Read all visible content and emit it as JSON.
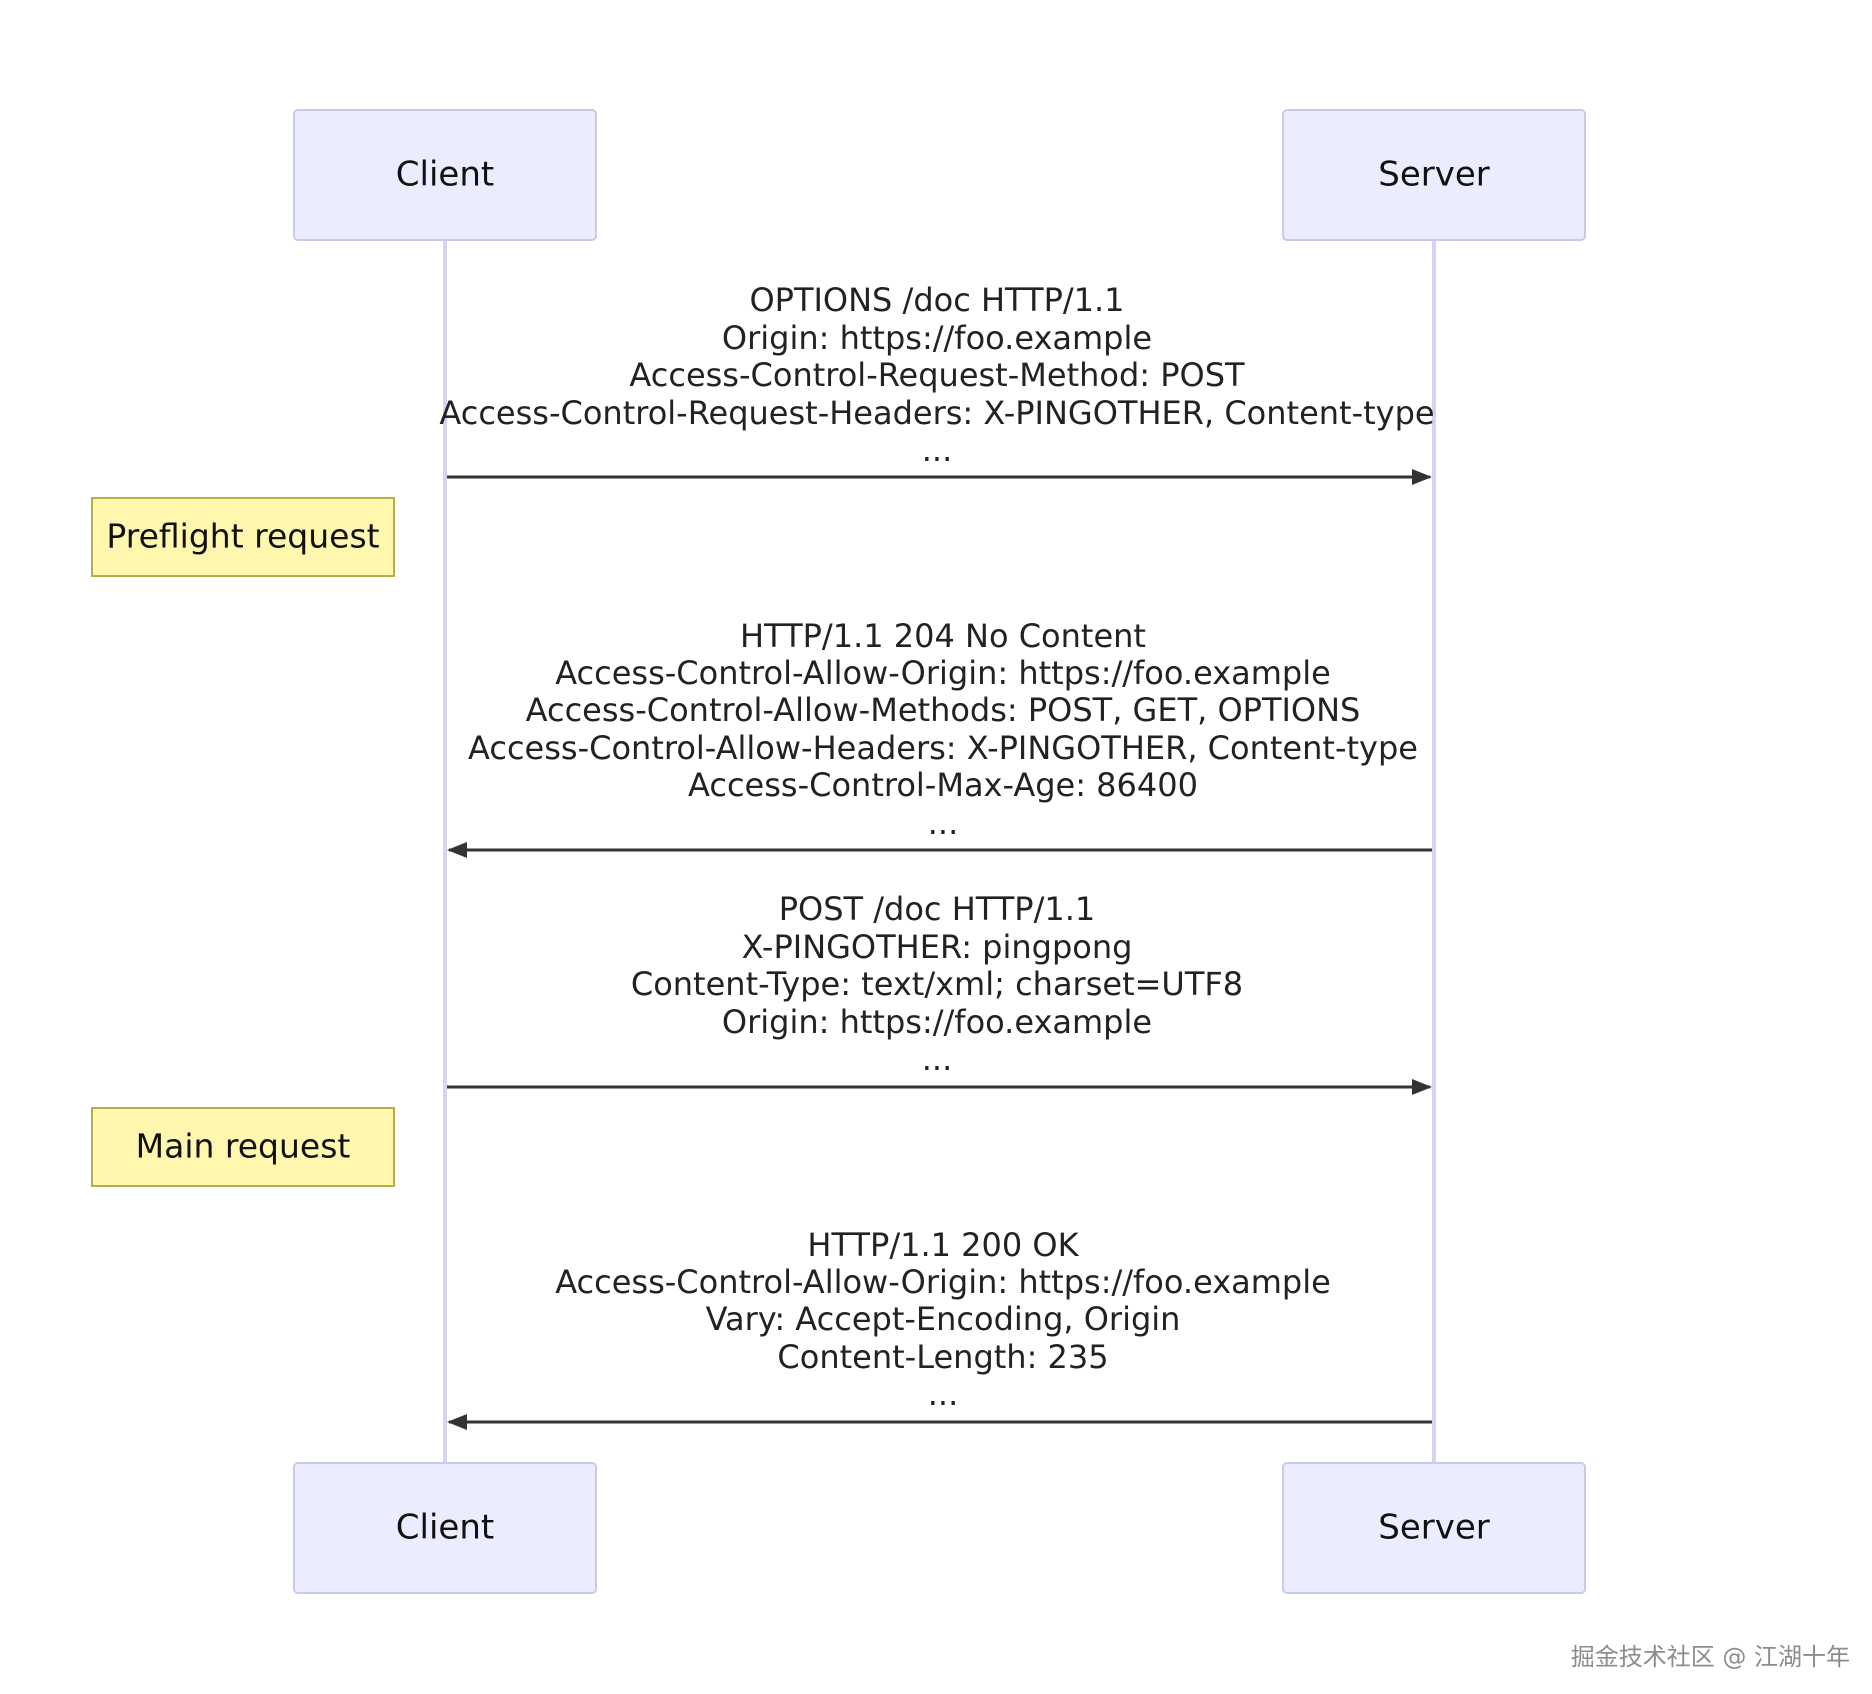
{
  "actors": {
    "left": "Client",
    "right": "Server"
  },
  "notes": {
    "preflight": "Preflight request",
    "main": "Main request"
  },
  "messages": [
    {
      "lines": [
        "OPTIONS /doc HTTP/1.1",
        "Origin: https://foo.example",
        "Access-Control-Request-Method: POST",
        "Access-Control-Request-Headers: X-PINGOTHER, Content-type",
        "..."
      ]
    },
    {
      "lines": [
        "HTTP/1.1 204 No Content",
        "Access-Control-Allow-Origin: https://foo.example",
        "Access-Control-Allow-Methods: POST, GET, OPTIONS",
        "Access-Control-Allow-Headers: X-PINGOTHER, Content-type",
        "Access-Control-Max-Age: 86400",
        "..."
      ]
    },
    {
      "lines": [
        "POST /doc HTTP/1.1",
        "X-PINGOTHER: pingpong",
        "Content-Type: text/xml; charset=UTF8",
        "Origin: https://foo.example",
        "..."
      ]
    },
    {
      "lines": [
        "HTTP/1.1 200 OK",
        "Access-Control-Allow-Origin: https://foo.example",
        "Vary: Accept-Encoding, Origin",
        "Content-Length: 235",
        "..."
      ]
    }
  ],
  "watermark": "掘金技术社区 @ 江湖十年"
}
